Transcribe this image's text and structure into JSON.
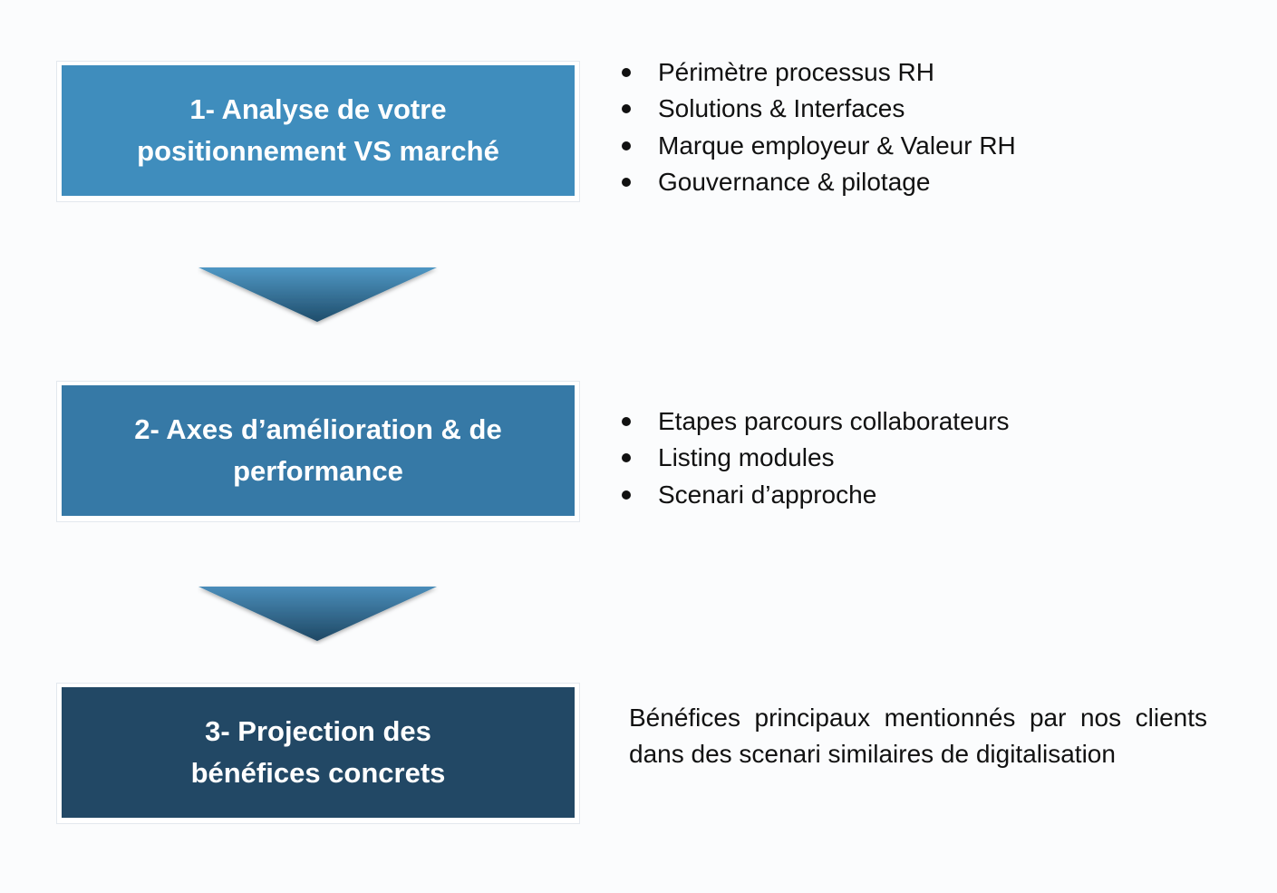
{
  "steps": [
    {
      "line1": "1- Analyse de votre",
      "line2": "positionnement VS marché",
      "color": "#3f8dbd"
    },
    {
      "line1": "2- Axes d’amélioration & de",
      "line2": "performance",
      "color": "#3679a6"
    },
    {
      "line1": "3- Projection des",
      "line2": "bénéfices concrets",
      "color": "#224865"
    }
  ],
  "details": {
    "step1_bullets": [
      "Périmètre processus RH",
      "Solutions & Interfaces",
      "Marque employeur & Valeur RH",
      "Gouvernance & pilotage"
    ],
    "step2_bullets": [
      "Etapes parcours collaborateurs",
      "Listing modules",
      "Scenari d’approche"
    ],
    "step3_text": "Bénéfices principaux mentionnés par nos clients dans des scenari similaires de digitalisation"
  },
  "icons": [
    "chevron-down-icon",
    "bullet-dot-icon"
  ],
  "colors": {
    "arrow_light": "#4f97c4",
    "arrow_dark": "#1f4d6b",
    "text": "#111111"
  }
}
